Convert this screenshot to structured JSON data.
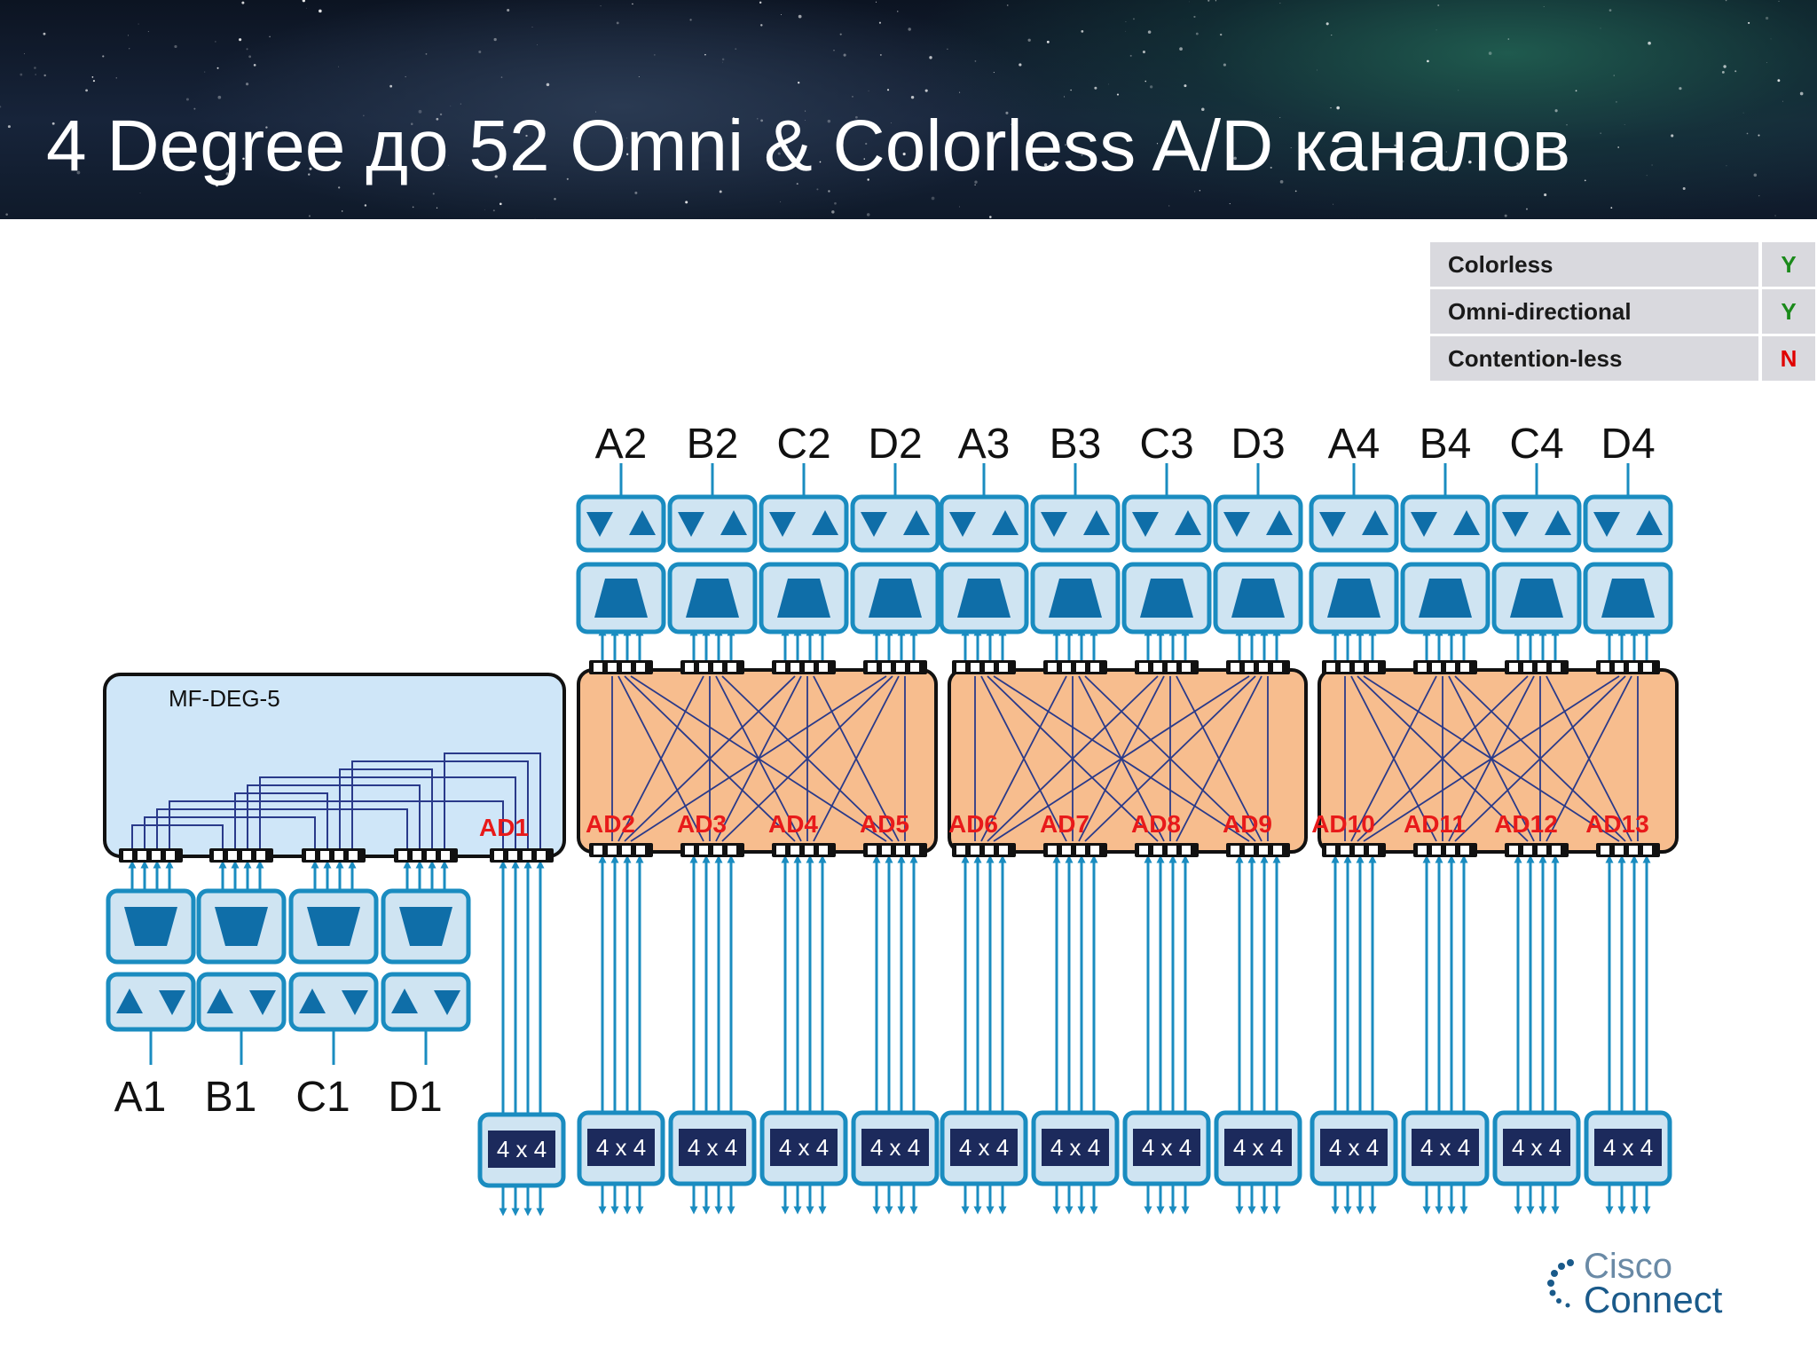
{
  "slide": {
    "title": "4 Degree до 52 Omni & Colorless A/D каналов"
  },
  "features": [
    {
      "label": "Colorless",
      "value": "Y",
      "color": "#1a8a1a"
    },
    {
      "label": "Omni-directional",
      "value": "Y",
      "color": "#1a8a1a"
    },
    {
      "label": "Contention-less",
      "value": "N",
      "color": "#e00000"
    }
  ],
  "diagram": {
    "mf_deg_label": "MF-DEG-5",
    "left_degrees": [
      "A1",
      "B1",
      "C1",
      "D1"
    ],
    "top_degrees": [
      "A2",
      "B2",
      "C2",
      "D2",
      "A3",
      "B3",
      "C3",
      "D3",
      "A4",
      "B4",
      "C4",
      "D4"
    ],
    "ad_labels": [
      "AD1",
      "AD2",
      "AD3",
      "AD4",
      "AD5",
      "AD6",
      "AD7",
      "AD8",
      "AD9",
      "AD10",
      "AD11",
      "AD12",
      "AD13"
    ],
    "switch_label": "4 x 4",
    "colors": {
      "module_fill": "#cfe4f2",
      "module_border": "#1a8cc0",
      "icon_blue": "#0f6ea8",
      "panel_orange": "#f7bd8e",
      "panel_blue": "#cfe6f8",
      "switch_dark": "#1c2a5c",
      "ad_red": "#e81a1a",
      "cross_line": "#2a3a8a"
    }
  },
  "logo": {
    "line1": "Cisco",
    "line2": "Connect"
  }
}
